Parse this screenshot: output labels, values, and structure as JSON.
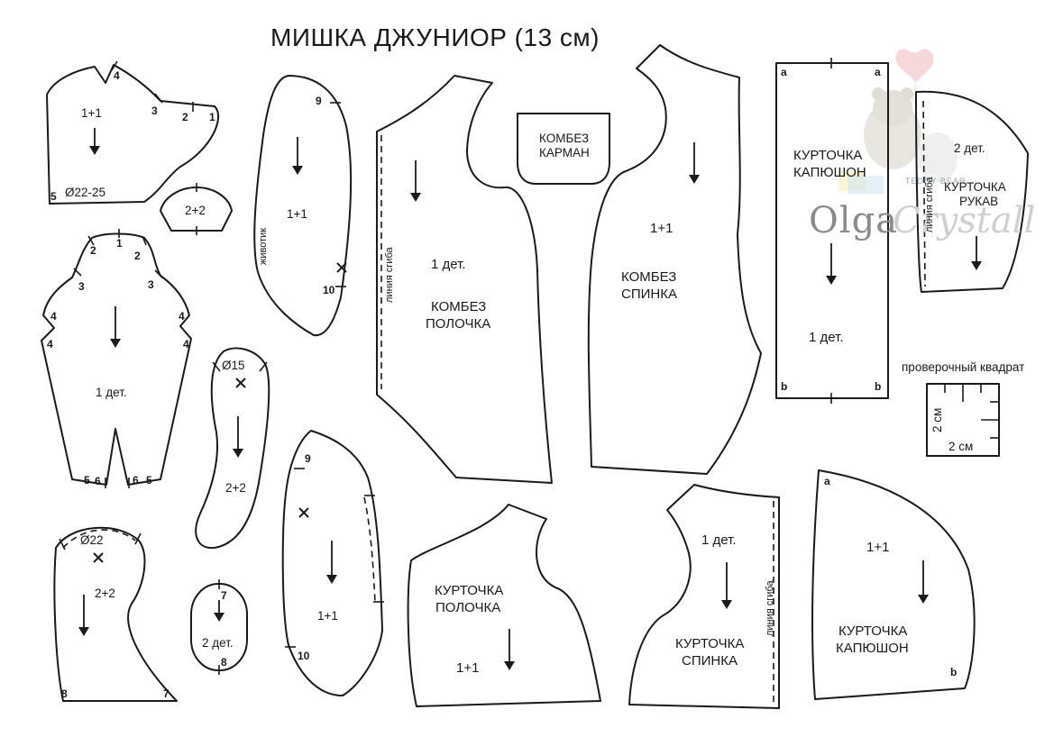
{
  "title": "МИШКА ДЖУНИОР (13 см)",
  "watermark": {
    "teddy": "TEDDY BEAR",
    "olga": "Olga",
    "crystall": "Crystall"
  },
  "head_side": {
    "count": "1+1",
    "diameter": "Ø22-25",
    "n1": "1",
    "n2": "2",
    "n3": "3",
    "n4": "4",
    "n5": "5"
  },
  "nose": {
    "count": "2+2"
  },
  "belly": {
    "side_label": "животик",
    "count": "1+1",
    "n9": "9",
    "n10": "10"
  },
  "body": {
    "count": "1 дет.",
    "n1": "1",
    "n2l": "2",
    "n2r": "2",
    "n3l": "3",
    "n3r": "3",
    "n4a": "4",
    "n4b": "4",
    "n4c": "4",
    "n4d": "4",
    "n5l": "5",
    "n6l": "6",
    "n6r": "6",
    "n5r": "5"
  },
  "arm": {
    "diameter": "Ø15",
    "count": "2+2"
  },
  "leg": {
    "diameter": "Ø22",
    "count": "2+2",
    "n8": "8",
    "n7": "7"
  },
  "sole": {
    "count": "2 дет.",
    "n7": "7",
    "n8": "8"
  },
  "paw_inner": {
    "count": "1+1",
    "n9": "9",
    "n10": "10"
  },
  "overall_front": {
    "fold": "линия сгиба",
    "count": "1 дет.",
    "name1": "КОМБЕЗ",
    "name2": "ПОЛОЧКА"
  },
  "pocket": {
    "name1": "КОМБЕЗ",
    "name2": "КАРМАН"
  },
  "overall_back": {
    "count": "1+1",
    "name1": "КОМБЕЗ",
    "name2": "СПИНКА"
  },
  "hood_strip": {
    "a1": "a",
    "a2": "a",
    "name1": "КУРТОЧКА",
    "name2": "КАПЮШОН",
    "count": "1 дет.",
    "b1": "b",
    "b2": "b"
  },
  "sleeve": {
    "count": "2 дет.",
    "fold": "линия сгиба",
    "name1": "КУРТОЧКА",
    "name2": "РУКАВ"
  },
  "check_square": {
    "caption": "проверочный квадрат",
    "w": "2 см",
    "h": "2 см"
  },
  "jacket_front": {
    "name1": "КУРТОЧКА",
    "name2": "ПОЛОЧКА",
    "count": "1+1"
  },
  "jacket_back": {
    "count": "1 дет.",
    "name1": "КУРТОЧКА",
    "name2": "СПИНКА",
    "fold": "линия сгиба"
  },
  "hood_side": {
    "a": "a",
    "count": "1+1",
    "name1": "КУРТОЧКА",
    "name2": "КАПЮШОН",
    "b": "b"
  }
}
